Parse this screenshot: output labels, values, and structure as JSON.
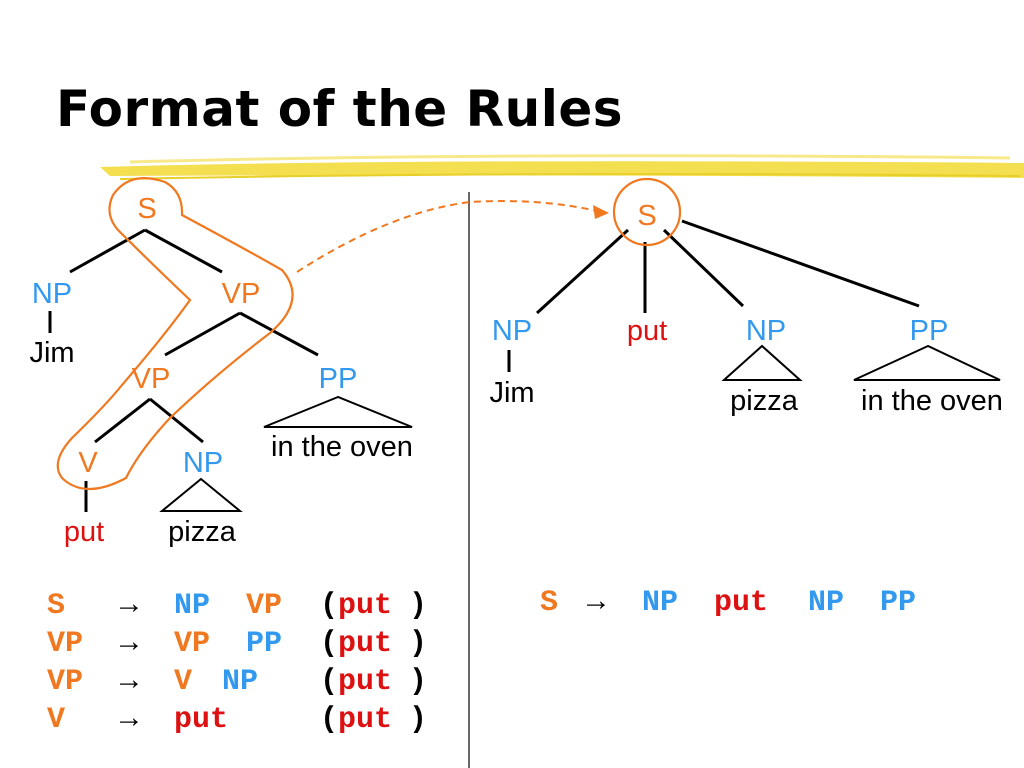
{
  "title": "Format of the Rules",
  "colors": {
    "orange": "#f07820",
    "blue": "#3399ee",
    "red": "#dd1111",
    "highlight": "#f2dc3c"
  },
  "left_tree": {
    "s": "S",
    "np1": "NP",
    "jim": "Jim",
    "vp1": "VP",
    "vp2": "VP",
    "pp": "PP",
    "pp_words": "in the oven",
    "v": "V",
    "np2": "NP",
    "put": "put",
    "pizza": "pizza"
  },
  "right_tree": {
    "s": "S",
    "np1": "NP",
    "jim": "Jim",
    "put": "put",
    "np2": "NP",
    "pizza": "pizza",
    "pp": "PP",
    "pp_words": "in the oven"
  },
  "left_rules": [
    {
      "lhs": "S",
      "arrow": "→",
      "rhs": [
        {
          "t": "NP",
          "c": "blue"
        },
        {
          "t": "VP",
          "c": "orange"
        }
      ],
      "head": "put"
    },
    {
      "lhs": "VP",
      "arrow": "→",
      "rhs": [
        {
          "t": "VP",
          "c": "orange"
        },
        {
          "t": "PP",
          "c": "blue"
        }
      ],
      "head": "put"
    },
    {
      "lhs": "VP",
      "arrow": "→",
      "rhs": [
        {
          "t": "V",
          "c": "orange"
        },
        {
          "t": "NP",
          "c": "blue"
        }
      ],
      "head": "put"
    },
    {
      "lhs": "V",
      "arrow": "→",
      "rhs": [
        {
          "t": "put",
          "c": "red"
        }
      ],
      "head": "put"
    }
  ],
  "right_rule": {
    "lhs": "S",
    "arrow": "→",
    "rhs": [
      {
        "t": "NP",
        "c": "blue"
      },
      {
        "t": "put",
        "c": "red"
      },
      {
        "t": "NP",
        "c": "blue"
      },
      {
        "t": "PP",
        "c": "blue"
      }
    ]
  }
}
